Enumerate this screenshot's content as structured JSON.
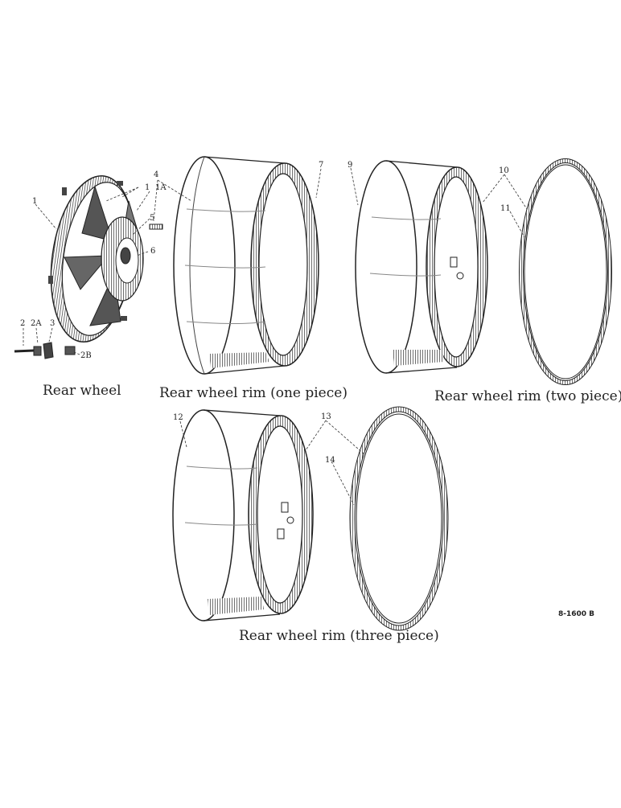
{
  "captions": {
    "rear_wheel": "Rear wheel",
    "rim_one_piece": "Rear wheel rim (one piece)",
    "rim_two_piece": "Rear wheel rim (two piece)",
    "rim_three_piece": "Rear wheel rim (three piece)"
  },
  "callouts": {
    "c1": "1",
    "c1b": "1",
    "c1a": "1A",
    "c2": "2",
    "c2a": "2A",
    "c2b": "2B",
    "c3": "3",
    "c4": "4",
    "c5": "5",
    "c6": "6",
    "c7": "7",
    "c9": "9",
    "c10": "10",
    "c11": "11",
    "c12": "12",
    "c13": "13",
    "c14": "14"
  },
  "reference_code": "8-1600 B",
  "colors": {
    "ink": "#2a2a2a",
    "paper": "#ffffff"
  }
}
